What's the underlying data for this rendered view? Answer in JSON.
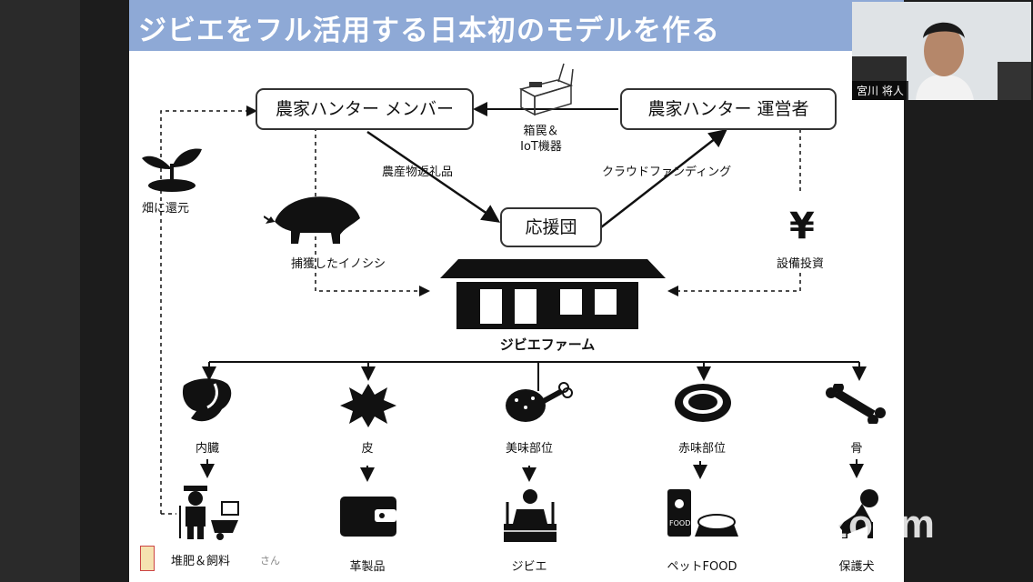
{
  "slide": {
    "title": "ジビエをフル活用する日本初のモデルを作る"
  },
  "boxes": {
    "hunter_member": "農家ハンター メンバー",
    "hunter_operator": "農家ハンター 運営者",
    "supporters": "応援団"
  },
  "labels": {
    "trap_iot_1": "箱罠＆",
    "trap_iot_2": "IoT機器",
    "farm_products": "農産物返礼品",
    "crowdfunding": "クラウドファンディング",
    "return_to_field": "畑に還元",
    "captured_boar": "捕獲したイノシシ",
    "yen": "¥",
    "equipment_investment": "設備投資",
    "gibier_farm": "ジビエファーム"
  },
  "products": [
    {
      "source": "内臓",
      "output": "堆肥＆飼料"
    },
    {
      "source": "皮",
      "output": "革製品"
    },
    {
      "source": "美味部位",
      "output": "ジビエ"
    },
    {
      "source": "赤味部位",
      "output": "ペットFOOD"
    },
    {
      "source": "骨",
      "output": "保護犬"
    }
  ],
  "extra_text": {
    "san": "さん",
    "food_bag": "FOOD"
  },
  "video": {
    "participant_name": "宮川 将人"
  },
  "watermark": "zoom"
}
